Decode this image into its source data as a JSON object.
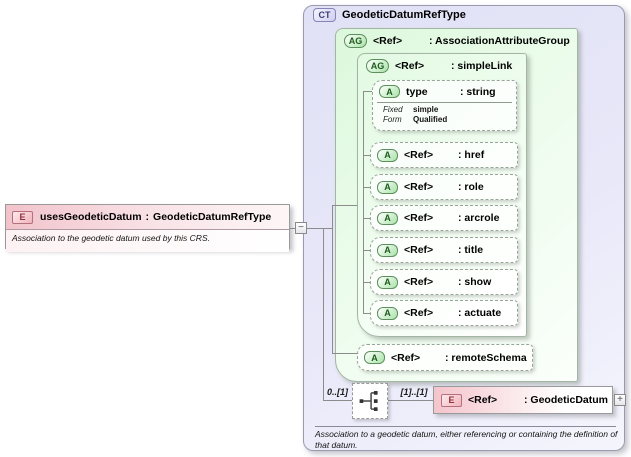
{
  "element_box": {
    "badge": "E",
    "name": "usesGeodeticDatum",
    "colon": ":",
    "type": "GeodeticDatumRefType",
    "annotation": "Association to the geodetic datum used by this CRS.",
    "collapse_label": "−"
  },
  "complex_type_box": {
    "badge": "CT",
    "title": "GeodeticDatumRefType",
    "annotation": "Association to a geodetic datum, either referencing or containing the definition of that datum.",
    "association_attribute_group": {
      "badge": "AG",
      "ref": "<Ref>",
      "type": ": AssociationAttributeGroup"
    },
    "simple_link_group": {
      "badge": "AG",
      "ref": "<Ref>",
      "type": ": simpleLink"
    },
    "type_attribute": {
      "badge": "A",
      "name": "type",
      "type": ": string",
      "facts": {
        "fixed_label": "Fixed",
        "fixed_value": "simple",
        "form_label": "Form",
        "form_value": "Qualified"
      }
    },
    "attributes": [
      {
        "badge": "A",
        "ref": "<Ref>",
        "type": ": href"
      },
      {
        "badge": "A",
        "ref": "<Ref>",
        "type": ": role"
      },
      {
        "badge": "A",
        "ref": "<Ref>",
        "type": ": arcrole"
      },
      {
        "badge": "A",
        "ref": "<Ref>",
        "type": ": title"
      },
      {
        "badge": "A",
        "ref": "<Ref>",
        "type": ": show"
      },
      {
        "badge": "A",
        "ref": "<Ref>",
        "type": ": actuate"
      }
    ],
    "remote_schema_attribute": {
      "badge": "A",
      "ref": "<Ref>",
      "type": ": remoteSchema"
    },
    "content_model": {
      "occurrence_left": "0..[1]",
      "occurrence_right": "[1]..[1]",
      "compositor": "choice",
      "element": {
        "badge": "E",
        "ref": "<Ref>",
        "type": ": GeodeticDatum"
      },
      "expand_label": "+"
    }
  },
  "colors": {
    "complex_type_fill": "#e3e3f7",
    "group_fill": "#ddf8dd",
    "element_fill": "#f4c4cc",
    "line": "#8c8c8c"
  }
}
